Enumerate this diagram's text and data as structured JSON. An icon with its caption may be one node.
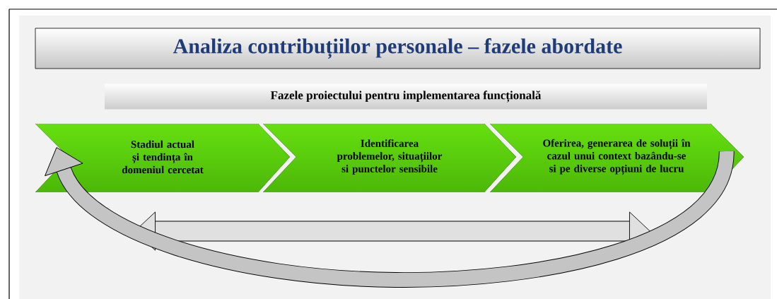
{
  "diagram": {
    "nodes": [
      {
        "text": [
          "Analiza contribuțiilor personale – fazele abordate"
        ]
      },
      {
        "text": [
          "Fazele proiectului pentru implementarea funcțională"
        ]
      },
      {
        "text": [
          "Stadiul actual și tendința în domeniul cercetat"
        ]
      },
      {
        "text": [
          "Identificarea problemelor, situațiilor si punctelor sensibile"
        ]
      },
      {
        "text": [
          "Oferirea, generarea de soluții în cazul unui context bazându-se si pe diverse opțiuni de lucru"
        ]
      }
    ],
    "edges": [
      {
        "from": 4,
        "to": 2,
        "arrow": "to"
      }
    ]
  }
}
